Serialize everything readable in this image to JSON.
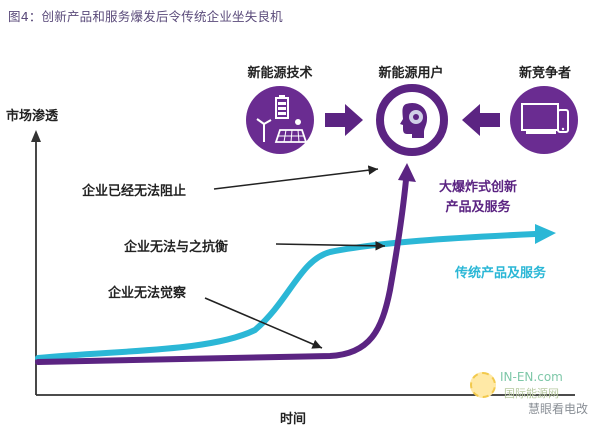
{
  "caption": "图4：创新产品和服务爆发后令传统企业坐失良机",
  "flow": {
    "left_label": "新能源技术",
    "center_label": "新能源用户",
    "right_label": "新竞争者"
  },
  "axes": {
    "ylabel": "市场渗透",
    "xlabel": "时间"
  },
  "annotations": {
    "cannot_stop": "企业已经无法阻止",
    "cannot_resist": "企业无法与之抗衡",
    "cannot_notice": "企业无法觉察"
  },
  "series": {
    "disruptive_line1": "大爆炸式创新",
    "disruptive_line2": "产品及服务",
    "traditional": "传统产品及服务"
  },
  "watermark": {
    "brand": "IN-EN.com",
    "sub": "国际能源网",
    "wechat": "慧眼看电改"
  },
  "colors": {
    "purple": "#5b2482",
    "blue": "#2bb7d6"
  },
  "icons": {
    "left": "energy-tech-icon",
    "center": "user-head-icon",
    "right": "devices-icon"
  }
}
